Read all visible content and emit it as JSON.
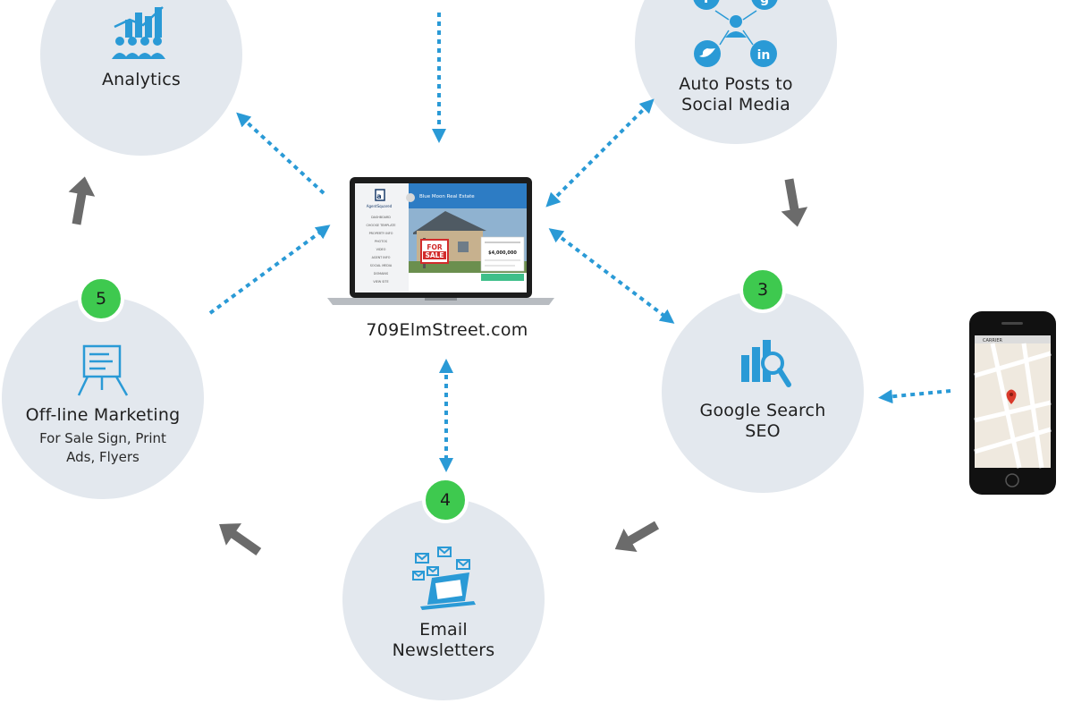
{
  "colors": {
    "circle": "#e3e8ee",
    "accent_blue": "#2a9ad6",
    "badge_green": "#3ec94f",
    "arrow_gray": "#6b6b6b"
  },
  "center": {
    "url": "709ElmStreet.com",
    "screen_title": "Blue Moon Real Estate",
    "brand": "AgentSquared",
    "sign_line1": "FOR",
    "sign_line2": "SALE",
    "price": "$4,000,000",
    "menu": [
      "DASHBOARD",
      "CHOOSE TEMPLATE",
      "PROPERTY INFO",
      "PHOTOS",
      "VIDEO",
      "AGENT INFO",
      "SOCIAL MEDIA",
      "DOMAINS",
      "VIEW SITE"
    ]
  },
  "nodes": {
    "analytics": {
      "title": "Analytics",
      "icon": "analytics-chart-icon"
    },
    "social": {
      "title_line1": "Auto Posts to",
      "title_line2": "Social Media",
      "icons": [
        "facebook-icon",
        "google-plus-icon",
        "user-icon",
        "twitter-icon",
        "linkedin-icon"
      ]
    },
    "seo": {
      "badge": "3",
      "title_line1": "Google Search",
      "title_line2": "SEO",
      "icon": "search-chart-icon"
    },
    "email": {
      "badge": "4",
      "title_line1": "Email",
      "title_line2": "Newsletters",
      "icon": "email-laptop-icon"
    },
    "offline": {
      "badge": "5",
      "title": "Off-line Marketing",
      "subtitle_line1": "For Sale Sign, Print",
      "subtitle_line2": "Ads, Flyers",
      "icon": "easel-sign-icon"
    }
  },
  "phone": {
    "carrier": "CARRIER",
    "icon": "map-pin-icon"
  }
}
